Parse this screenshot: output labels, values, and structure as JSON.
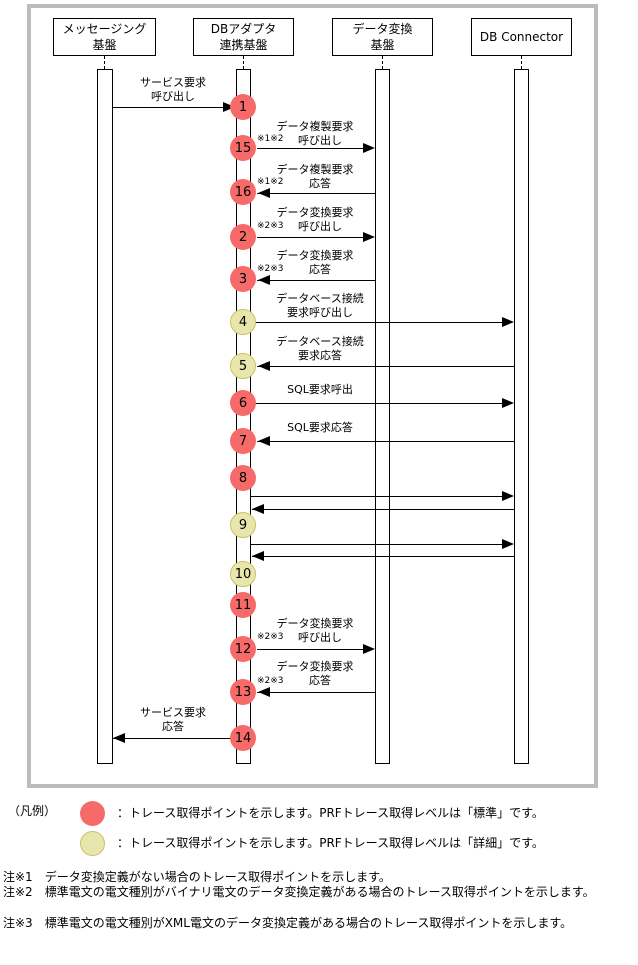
{
  "actors": [
    {
      "id": "messaging",
      "line1": "メッセージング",
      "line2": "基盤"
    },
    {
      "id": "dbadapter",
      "line1": "DBアダプタ",
      "line2": "連携基盤"
    },
    {
      "id": "transform",
      "line1": "データ変換",
      "line2": "基盤"
    },
    {
      "id": "connector",
      "line1": "DB Connector",
      "line2": ""
    }
  ],
  "messages": {
    "m1": {
      "line1": "サービス要求",
      "line2": "呼び出し"
    },
    "m15": {
      "line1": "データ複製要求",
      "line2": "呼び出し",
      "note": "※1※2"
    },
    "m16": {
      "line1": "データ複製要求",
      "line2": "応答",
      "note": "※1※2"
    },
    "m2": {
      "line1": "データ変換要求",
      "line2": "呼び出し",
      "note": "※2※3"
    },
    "m3": {
      "line1": "データ変換要求",
      "line2": "応答",
      "note": "※2※3"
    },
    "m4": {
      "line1": "データベース接続",
      "line2": "要求呼び出し"
    },
    "m5": {
      "line1": "データベース接続",
      "line2": "要求応答"
    },
    "m6": {
      "line1": "SQL要求呼出"
    },
    "m7": {
      "line1": "SQL要求応答"
    },
    "m12": {
      "line1": "データ変換要求",
      "line2": "呼び出し",
      "note": "※2※3"
    },
    "m13": {
      "line1": "データ変換要求",
      "line2": "応答",
      "note": "※2※3"
    },
    "m14": {
      "line1": "サービス要求",
      "line2": "応答"
    }
  },
  "trace_points": [
    {
      "n": "1",
      "level": "standard"
    },
    {
      "n": "15",
      "level": "standard"
    },
    {
      "n": "16",
      "level": "standard"
    },
    {
      "n": "2",
      "level": "standard"
    },
    {
      "n": "3",
      "level": "standard"
    },
    {
      "n": "4",
      "level": "detail"
    },
    {
      "n": "5",
      "level": "detail"
    },
    {
      "n": "6",
      "level": "standard"
    },
    {
      "n": "7",
      "level": "standard"
    },
    {
      "n": "8",
      "level": "standard"
    },
    {
      "n": "9",
      "level": "detail"
    },
    {
      "n": "10",
      "level": "detail"
    },
    {
      "n": "11",
      "level": "standard"
    },
    {
      "n": "12",
      "level": "standard"
    },
    {
      "n": "13",
      "level": "standard"
    },
    {
      "n": "14",
      "level": "standard"
    }
  ],
  "colors": {
    "standard": "#f76a6a",
    "detail": "#e8e6ad",
    "detail_border": "#c8c36a",
    "frame": "#bcbcbc"
  },
  "legend": {
    "title": "（凡例）",
    "standard": "：トレース取得ポイントを示します。PRFトレース取得レベルは「標準」です。",
    "detail": "：トレース取得ポイントを示します。PRFトレース取得レベルは「詳細」です。"
  },
  "footnotes": {
    "n1": "注※1　データ変換定義がない場合のトレース取得ポイントを示します。",
    "n2": "注※2　標準電文の電文種別がバイナリ電文のデータ変換定義がある場合のトレース取得ポイントを示します。",
    "n3": "注※3　標準電文の電文種別がXML電文のデータ変換定義がある場合のトレース取得ポイントを示します。"
  }
}
